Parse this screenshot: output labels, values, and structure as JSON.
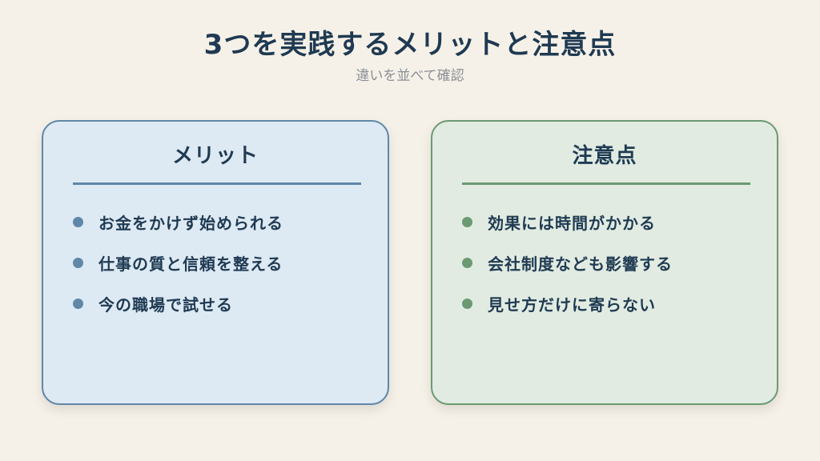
{
  "header": {
    "title": "3つを実践するメリットと注意点",
    "subtitle": "違いを並べて確認"
  },
  "columns": [
    {
      "heading": "メリット",
      "accent_color": "#5f87a8",
      "background_color": "#dde9f3",
      "items": [
        "お金をかけず始められる",
        "仕事の質と信頼を整える",
        "今の職場で試せる"
      ]
    },
    {
      "heading": "注意点",
      "accent_color": "#6b9a72",
      "background_color": "#e1ebe1",
      "items": [
        "効果には時間がかかる",
        "会社制度なども影響する",
        "見せ方だけに寄らない"
      ]
    }
  ]
}
